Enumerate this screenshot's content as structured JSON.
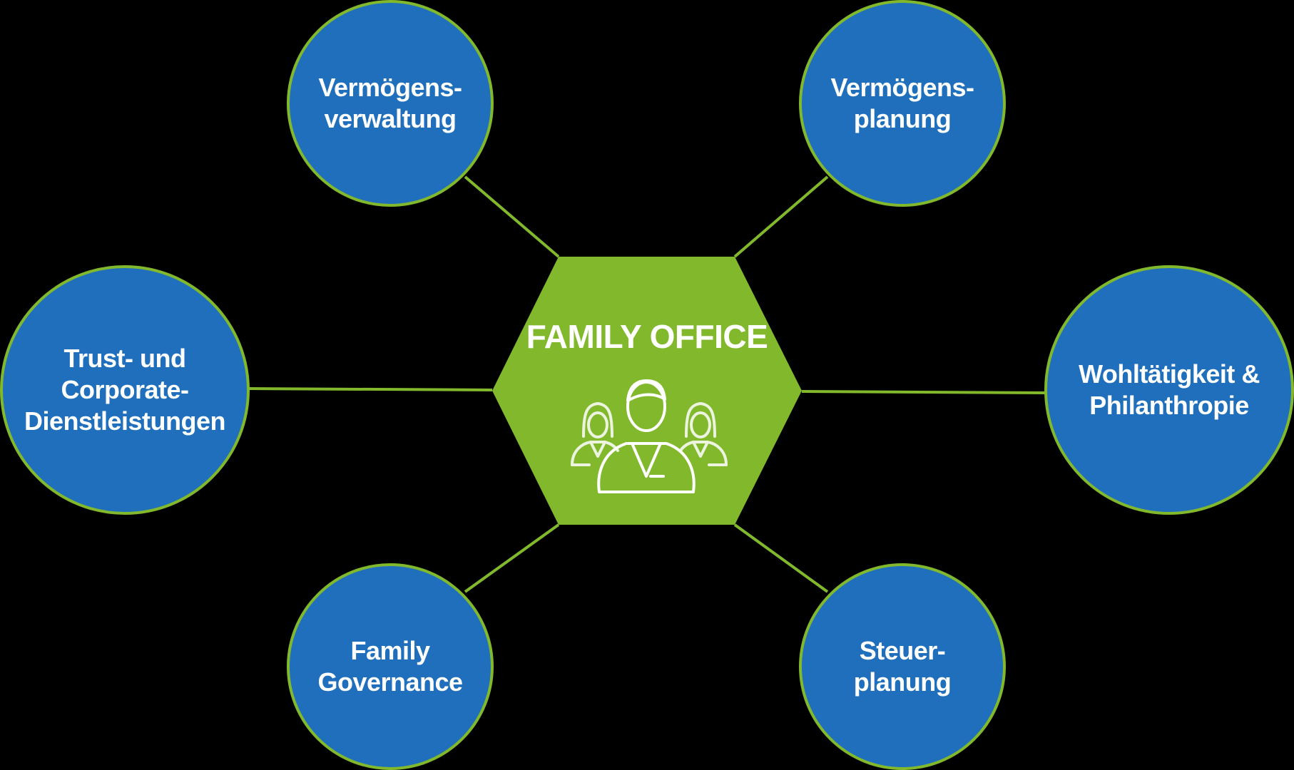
{
  "colors": {
    "background": "#000000",
    "node_fill": "#1f6fbd",
    "accent_green": "#82b92c",
    "text": "#ffffff"
  },
  "hub": {
    "title": "FAMILY OFFICE",
    "icon": "family-people-icon"
  },
  "nodes": {
    "top_left": "Vermögens-\nverwaltung",
    "top_right": "Vermögens-\nplanung",
    "left": "Trust- und\nCorporate-\nDienstleistungen",
    "right": "Wohltätigkeit &\nPhilanthropie",
    "bottom_left": "Family\nGovernance",
    "bottom_right": "Steuer-\nplanung"
  }
}
